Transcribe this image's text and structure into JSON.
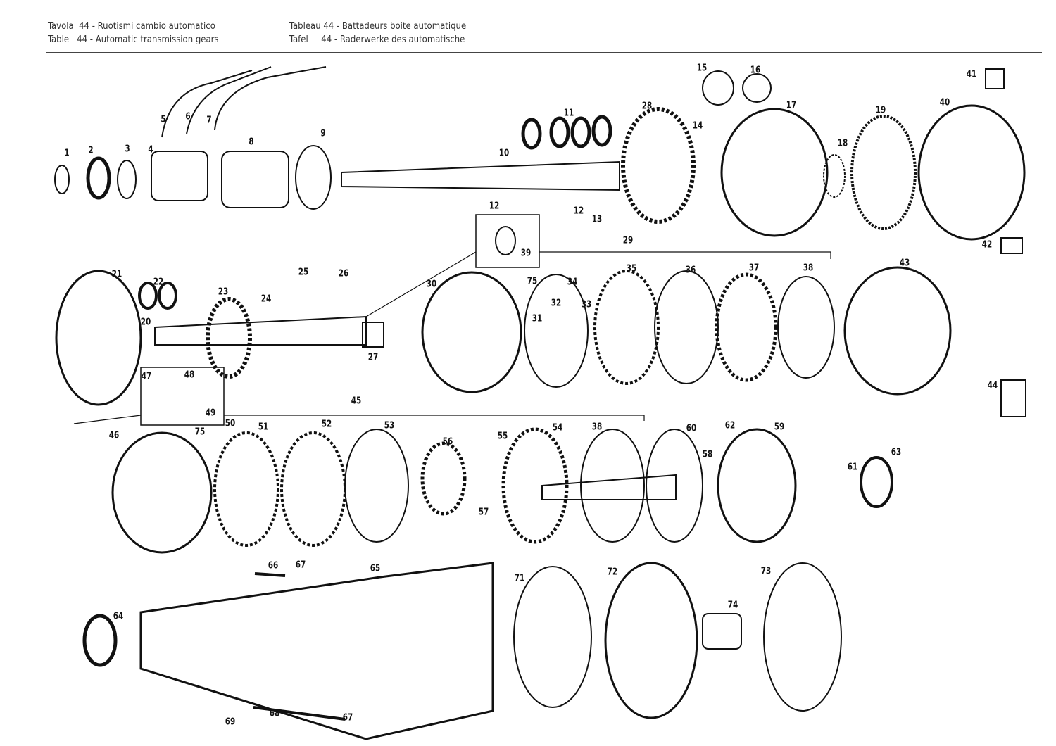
{
  "header": {
    "it": {
      "prefix": "Tavola",
      "num": "44",
      "title": "Ruotismi cambio automatico"
    },
    "en": {
      "prefix": "Table",
      "num": "44",
      "title": "Automatic transmission gears"
    },
    "fr": {
      "prefix": "Tableau",
      "num": "44",
      "title": "Battadeurs boite automatique"
    },
    "de": {
      "prefix": "Tafel",
      "num": "44",
      "title": "Raderwerke des automatische"
    }
  },
  "parts": [
    "1",
    "2",
    "3",
    "4",
    "5",
    "6",
    "7",
    "8",
    "9",
    "10",
    "11",
    "12",
    "12",
    "13",
    "14",
    "15",
    "16",
    "17",
    "18",
    "19",
    "20",
    "21",
    "22",
    "23",
    "24",
    "25",
    "26",
    "27",
    "28",
    "29",
    "30",
    "31",
    "32",
    "33",
    "34",
    "35",
    "36",
    "37",
    "38",
    "38",
    "39",
    "40",
    "41",
    "42",
    "43",
    "44",
    "45",
    "46",
    "47",
    "48",
    "49",
    "50",
    "51",
    "52",
    "53",
    "54",
    "55",
    "56",
    "57",
    "58",
    "59",
    "60",
    "61",
    "62",
    "63",
    "64",
    "65",
    "66",
    "67",
    "67",
    "68",
    "69",
    "71",
    "72",
    "73",
    "74",
    "75",
    "75"
  ]
}
